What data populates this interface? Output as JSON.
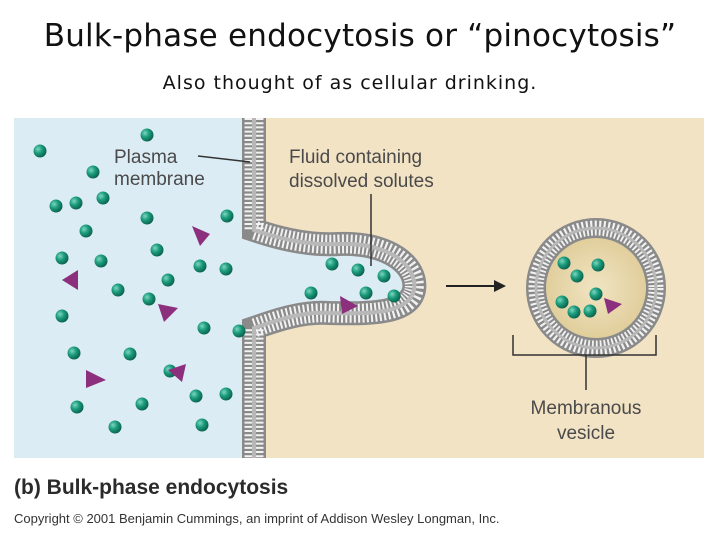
{
  "page": {
    "title": "Bulk-phase endocytosis or “pinocytosis”",
    "subtitle": "Also thought of as cellular drinking."
  },
  "figure": {
    "colors": {
      "outside": "#dcecf5",
      "inside": "#f3e3c5",
      "vesicle_lumen": "#e7d6a6",
      "solute_particle": "#138a6e",
      "triangle_solute": "#8c2f7d",
      "membrane": "#9a9a9a"
    },
    "labels": {
      "plasma_membrane_line1": "Plasma",
      "plasma_membrane_line2": "membrane",
      "fluid_line1": "Fluid containing",
      "fluid_line2": "dissolved solutes",
      "vesicle_line1": "Membranous",
      "vesicle_line2": "vesicle"
    },
    "caption": "(b) Bulk-phase endocytosis",
    "copyright": "Copyright © 2001 Benjamin Cummings, an imprint of Addison Wesley Longman, Inc."
  }
}
